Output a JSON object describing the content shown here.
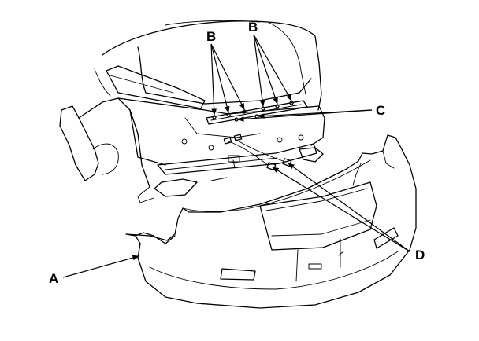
{
  "diagram": {
    "callouts": {
      "a": "A",
      "b1": "B",
      "b2": "B",
      "c": "C",
      "d": "D"
    }
  }
}
